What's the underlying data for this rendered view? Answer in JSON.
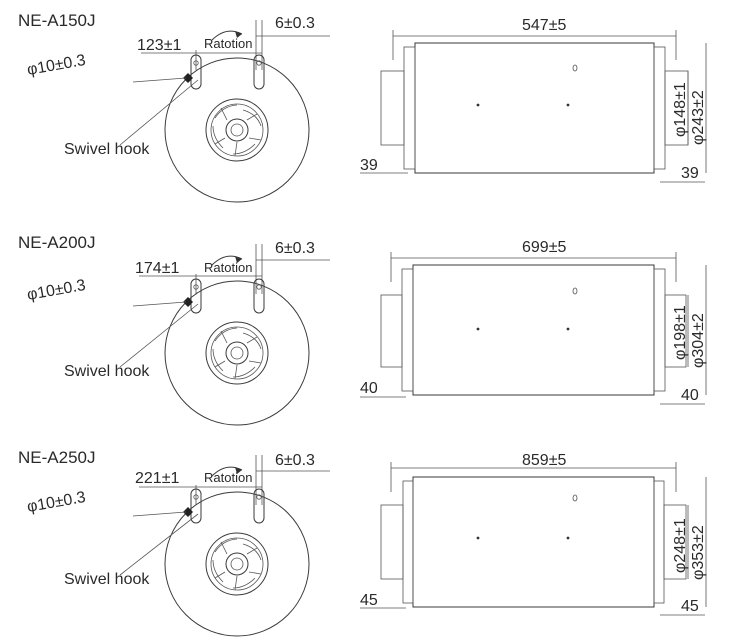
{
  "colors": {
    "line": "#3a3a3a",
    "text": "#2a2a2a",
    "background": "#ffffff"
  },
  "models": [
    {
      "name": "NE-A150J",
      "hook_spacing": "123±1",
      "rotation_label": "Ratotion",
      "offset": "6±0.3",
      "hole": "φ10±0.3",
      "hook_label": "Swivel hook",
      "length": "547±5",
      "inner_diameter": "φ148±1",
      "outer_diameter": "φ243±2",
      "left_collar": "39",
      "right_collar": "39"
    },
    {
      "name": "NE-A200J",
      "hook_spacing": "174±1",
      "rotation_label": "Ratotion",
      "offset": "6±0.3",
      "hole": "φ10±0.3",
      "hook_label": "Swivel hook",
      "length": "699±5",
      "inner_diameter": "φ198±1",
      "outer_diameter": "φ304±2",
      "left_collar": "40",
      "right_collar": "40"
    },
    {
      "name": "NE-A250J",
      "hook_spacing": "221±1",
      "rotation_label": "Ratotion",
      "offset": "6±0.3",
      "hole": "φ10±0.3",
      "hook_label": "Swivel hook",
      "length": "859±5",
      "inner_diameter": "φ248±1",
      "outer_diameter": "φ353±2",
      "left_collar": "45",
      "right_collar": "45"
    }
  ]
}
